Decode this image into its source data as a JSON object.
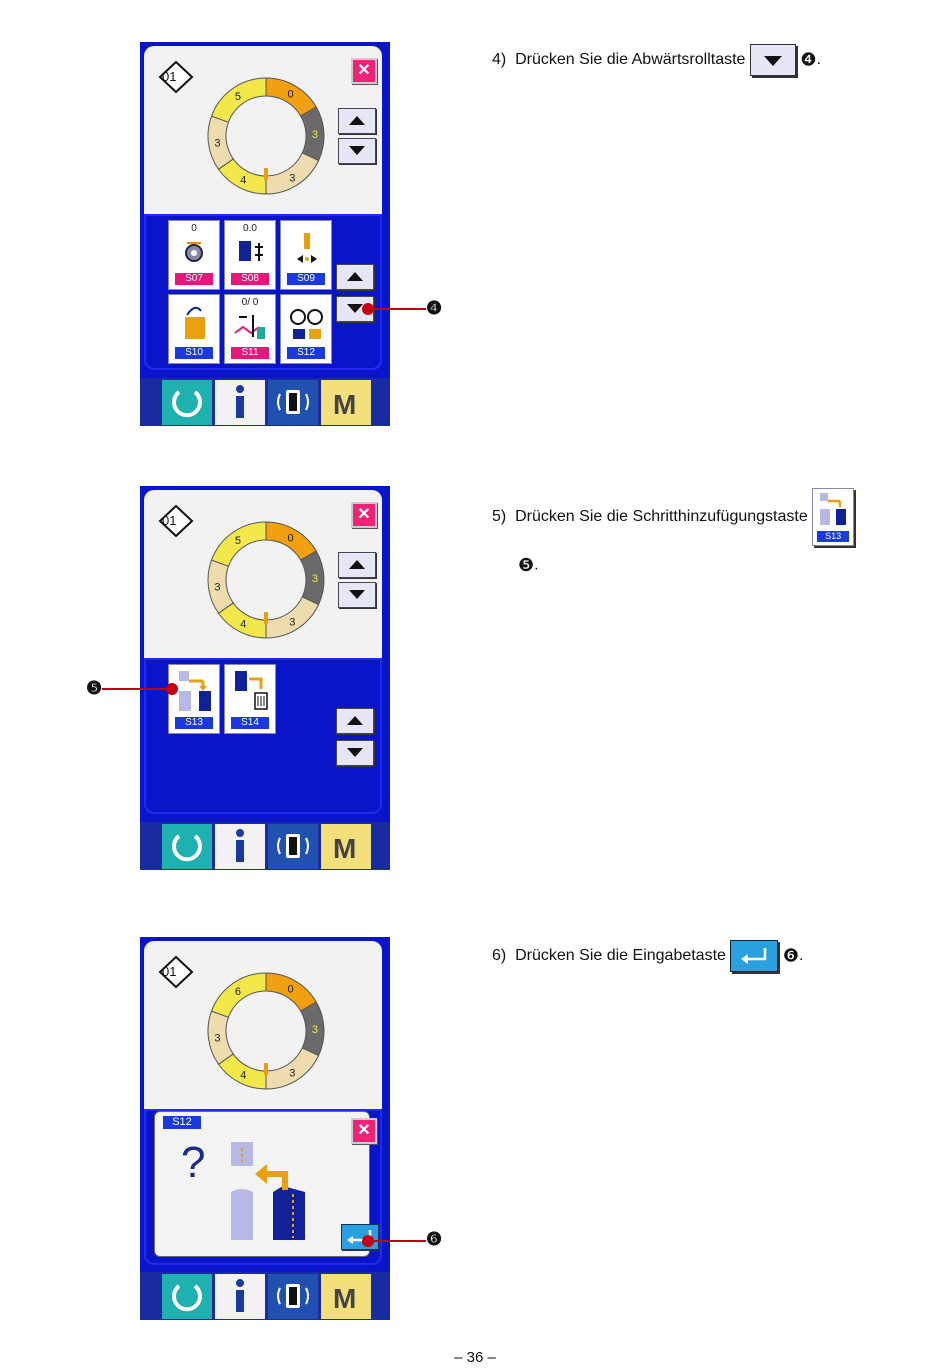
{
  "steps": {
    "s4": {
      "num": "4)",
      "text": "Drücken Sie die Abwärtsrolltaste",
      "marker": "❹",
      "end": "."
    },
    "s5": {
      "num": "5)",
      "text": "Drücken Sie die Schritthinzufügungstaste",
      "marker": "❺",
      "end": ".",
      "icon_label": "S13"
    },
    "s6": {
      "num": "6)",
      "text": "Drücken Sie die Eingabetaste",
      "marker": "❻",
      "end": "."
    }
  },
  "screen1": {
    "pattern_no": "01",
    "ring_labels": [
      "5",
      "0",
      "3",
      "3",
      "4",
      "3"
    ],
    "tiles": [
      {
        "label": "S07",
        "value": "0",
        "color": "#e8157a"
      },
      {
        "label": "S08",
        "value": "0.0",
        "color": "#e8157a"
      },
      {
        "label": "S09",
        "value": "",
        "color": "#1a3adf"
      },
      {
        "label": "S10",
        "value": "",
        "color": "#1a3adf"
      },
      {
        "label": "S11",
        "value": "0/  0",
        "color": "#e8157a"
      },
      {
        "label": "S12",
        "value": "",
        "color": "#1a3adf"
      }
    ],
    "callout": "❹"
  },
  "screen2": {
    "pattern_no": "01",
    "ring_labels": [
      "5",
      "0",
      "3",
      "3",
      "4",
      "3"
    ],
    "tiles": [
      {
        "label": "S13",
        "color": "#1a3adf"
      },
      {
        "label": "S14",
        "color": "#1a3adf"
      }
    ],
    "callout": "❺"
  },
  "screen3": {
    "pattern_no": "01",
    "ring_labels": [
      "6",
      "0",
      "3",
      "3",
      "4",
      "3"
    ],
    "dialog_label": "S12",
    "question": "?",
    "callout": "❻"
  },
  "colors": {
    "screen_blue": "#0a14c8",
    "ring_yellow": "#f2e84a",
    "ring_orange": "#f0a010",
    "ring_gray": "#6a6a6a",
    "ring_tan": "#eedcae"
  },
  "page_number": "– 36 –"
}
